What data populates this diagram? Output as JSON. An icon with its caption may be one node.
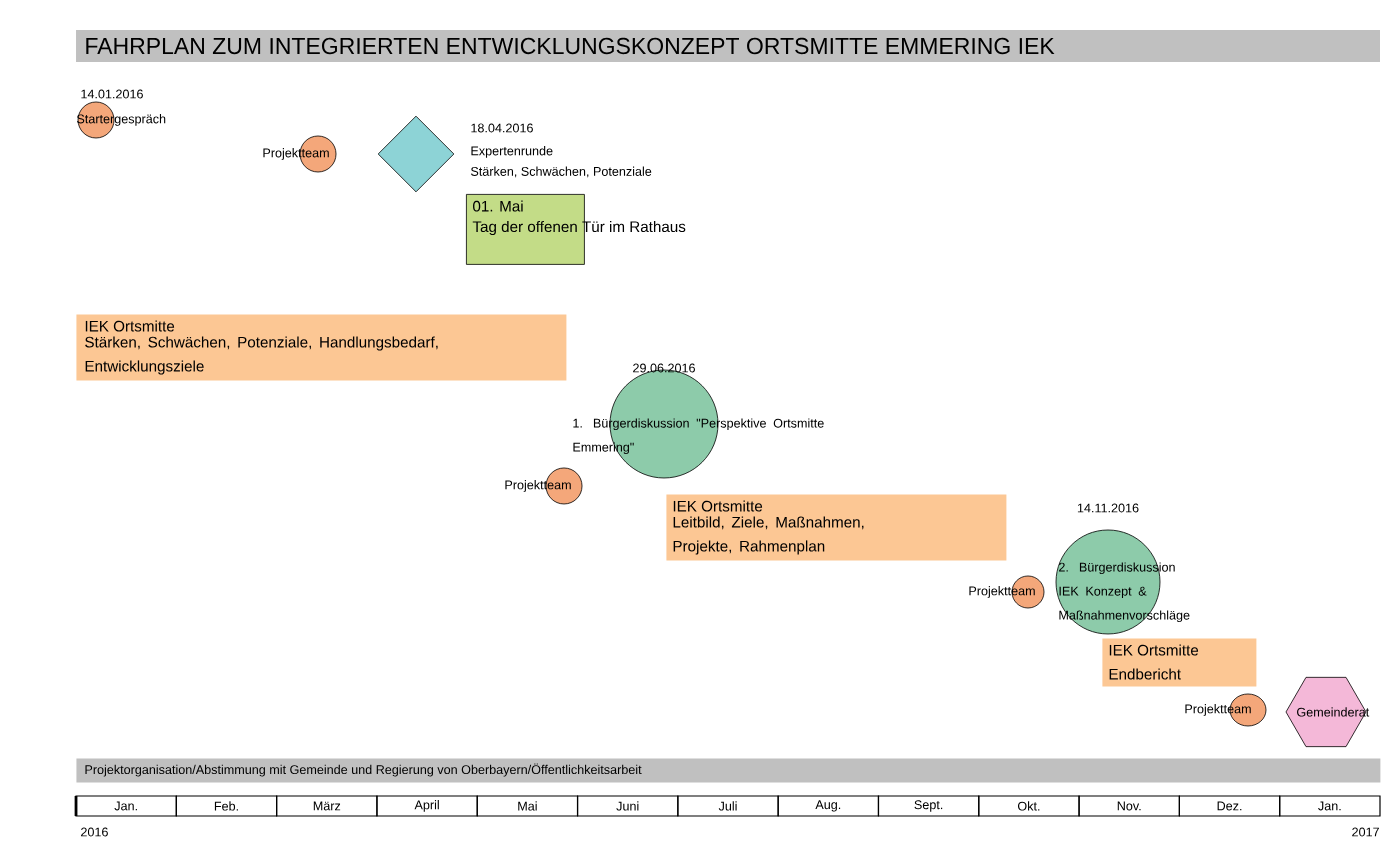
{
  "diagram": {
    "title": "FAHRPLAN ZUM INTEGRIERTEN ENTWICKLUNGSKONZEPT ORTSMITTE EMMERING IEK",
    "nodes": [
      {
        "text": [
          "Startergespräch"
        ],
        "beside": [
          "14.01.2016"
        ]
      },
      {
        "text": [
          "Projektteam"
        ]
      },
      {
        "text": [],
        "shape": "diamond",
        "beside": [
          "18.04.2016",
          "Expertenrunde",
          "Stärken, Schwächen, Potenziale"
        ]
      },
      {
        "text": [
          "01. Mai",
          "Tag der offenen Tür im Rathaus"
        ]
      },
      {
        "text": [
          "IEK Ortsmitte",
          "Stärken, Schwächen, Potenziale, Handlungsbedarf, Entwicklungsziele"
        ]
      },
      {
        "text": [
          "1. Bürgerdiskussion \"Perspektive Ortsmitte Emmering\""
        ],
        "beside": [
          "29.06.2016"
        ]
      },
      {
        "text": [
          "Projektteam"
        ]
      },
      {
        "text": [
          "IEK Ortsmitte",
          "Leitbild, Ziele, Maßnahmen, Projekte, Rahmenplan"
        ]
      },
      {
        "text": [
          "2. Bürgerdiskussion IEK Konzept & Maßnahmenvorschläge"
        ],
        "beside": [
          "14.11.2016"
        ]
      },
      {
        "text": [
          "Projektteam"
        ]
      },
      {
        "text": [
          "IEK Ortsmitte",
          "Endbericht"
        ]
      },
      {
        "text": [
          "Projektteam"
        ]
      },
      {
        "text": [
          "Gemeinderat"
        ]
      },
      {
        "text": [
          "Projektorganisation/Abstimmung mit Gemeinde und Regierung von Oberbayern/Öffentlichkeitsarbeit"
        ]
      }
    ],
    "labels": [
      "Jan.",
      "Feb.",
      "März",
      "April",
      "Mai",
      "Juni",
      "Juli",
      "Aug.",
      "Sept.",
      "Okt.",
      "Nov.",
      "Dez.",
      "Jan.",
      "2016",
      "2017"
    ]
  }
}
